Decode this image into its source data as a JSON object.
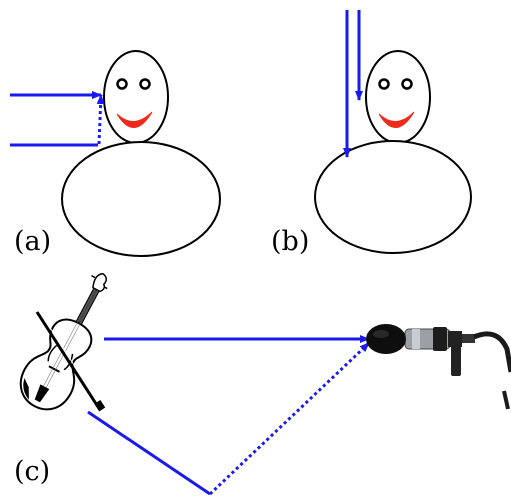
{
  "panels": {
    "a": {
      "label": "(a)"
    },
    "b": {
      "label": "(b)"
    },
    "c": {
      "label": "(c)"
    }
  },
  "colors": {
    "arrow": "#1a1aee",
    "outline": "#000000",
    "mouth": "#ee2a1a",
    "background": "#ffffff"
  },
  "icons": {
    "source": "violin-icon",
    "receiver": "microphone-icon"
  }
}
